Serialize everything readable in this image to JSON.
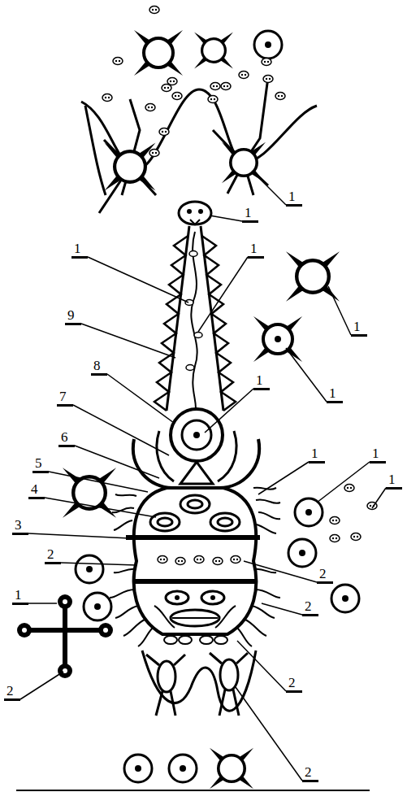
{
  "diagram": {
    "labels": [
      "1",
      "1",
      "1",
      "1",
      "9",
      "1",
      "8",
      "1",
      "1",
      "7",
      "6",
      "1",
      "1",
      "5",
      "1",
      "4",
      "3",
      "2",
      "2",
      "1",
      "2",
      "2",
      "2",
      "2"
    ]
  }
}
